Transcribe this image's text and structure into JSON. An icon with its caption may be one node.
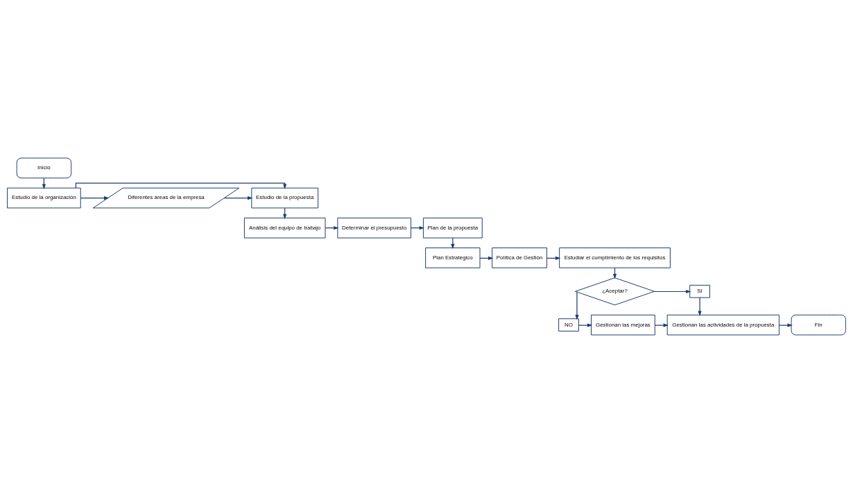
{
  "diagram": {
    "nodes": [
      {
        "text": [
          "Inicio"
        ]
      },
      {
        "text": [
          "Estudio de la organización"
        ]
      },
      {
        "text": [
          "Estudio de la propuesta"
        ]
      },
      {
        "text": [
          "Diferentes áreas de la empresa"
        ]
      },
      {
        "text": [
          "Análisis del equipo de trabajo"
        ]
      },
      {
        "text": [
          "Determinar el presupuesto"
        ]
      },
      {
        "text": [
          "Plan de la propuesta"
        ]
      },
      {
        "text": [
          "Plan Estratégico"
        ]
      },
      {
        "text": [
          "Política de Gestión"
        ]
      },
      {
        "text": [
          "Estudiar el cumplimiento de los requisitos"
        ]
      },
      {
        "text": [
          "¿Aceptar?"
        ]
      },
      {
        "text": [
          "SI"
        ]
      },
      {
        "text": [
          "NO"
        ]
      },
      {
        "text": [
          "Gestionan las mejoras"
        ]
      },
      {
        "text": [
          "Gestionan las actividades de la propuesta"
        ]
      },
      {
        "text": [
          "Fin"
        ]
      }
    ],
    "edges": [
      {
        "from": 0,
        "to": 1,
        "arrow": "to"
      },
      {
        "from": 1,
        "to": 2,
        "arrow": "to"
      },
      {
        "from": 1,
        "to": 3,
        "arrow": "to"
      },
      {
        "from": 3,
        "to": 2,
        "arrow": "to"
      },
      {
        "from": 2,
        "to": 4,
        "arrow": "to"
      },
      {
        "from": 4,
        "to": 5,
        "arrow": "to"
      },
      {
        "from": 5,
        "to": 6,
        "arrow": "to"
      },
      {
        "from": 6,
        "to": 7,
        "arrow": "to"
      },
      {
        "from": 7,
        "to": 8,
        "arrow": "to"
      },
      {
        "from": 8,
        "to": 9,
        "arrow": "to"
      },
      {
        "from": 9,
        "to": 10,
        "arrow": "to"
      },
      {
        "from": 10,
        "to": 11,
        "arrow": "to"
      },
      {
        "from": 11,
        "to": 14,
        "arrow": "to"
      },
      {
        "from": 10,
        "to": 12,
        "arrow": "to"
      },
      {
        "from": 12,
        "to": 13,
        "arrow": "to"
      },
      {
        "from": 13,
        "to": 14,
        "arrow": "to"
      },
      {
        "from": 14,
        "to": 15,
        "arrow": "to"
      }
    ]
  }
}
